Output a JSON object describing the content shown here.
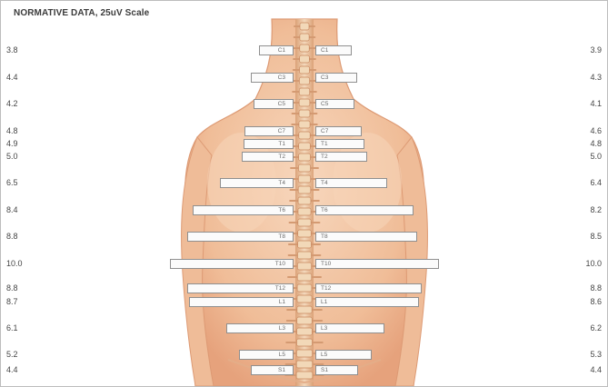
{
  "title": "NORMATIVE DATA, 25uV Scale",
  "subtitle": "",
  "rows": [
    {
      "level": "C1",
      "left_value": "3.8",
      "right_value": "3.9"
    },
    {
      "level": "C3",
      "left_value": "4.4",
      "right_value": "4.3"
    },
    {
      "level": "C5",
      "left_value": "4.2",
      "right_value": "4.1"
    },
    {
      "level": "C7",
      "left_value": "4.8",
      "right_value": "4.6"
    },
    {
      "level": "T1",
      "left_value": "4.9",
      "right_value": "4.8"
    },
    {
      "level": "T2",
      "left_value": "5.0",
      "right_value": "5.0"
    },
    {
      "level": "T4",
      "left_value": "6.5",
      "right_value": "6.4"
    },
    {
      "level": "T6",
      "left_value": "8.4",
      "right_value": "8.2"
    },
    {
      "level": "T8",
      "left_value": "8.8",
      "right_value": "8.5"
    },
    {
      "level": "T10",
      "left_value": "10.0",
      "right_value": "10.0"
    },
    {
      "level": "T12",
      "left_value": "8.8",
      "right_value": "8.8"
    },
    {
      "level": "L1",
      "left_value": "8.7",
      "right_value": "8.6"
    },
    {
      "level": "L3",
      "left_value": "6.1",
      "right_value": "6.2"
    },
    {
      "level": "L5",
      "left_value": "5.2",
      "right_value": "5.3"
    },
    {
      "level": "S1",
      "left_value": "4.4",
      "right_value": "4.4"
    }
  ],
  "colors": {
    "skin": "#f3c7a6",
    "skin_shadow": "#e3a381",
    "spine": "#e9c8a0",
    "bar_border": "#8f8f8f"
  }
}
